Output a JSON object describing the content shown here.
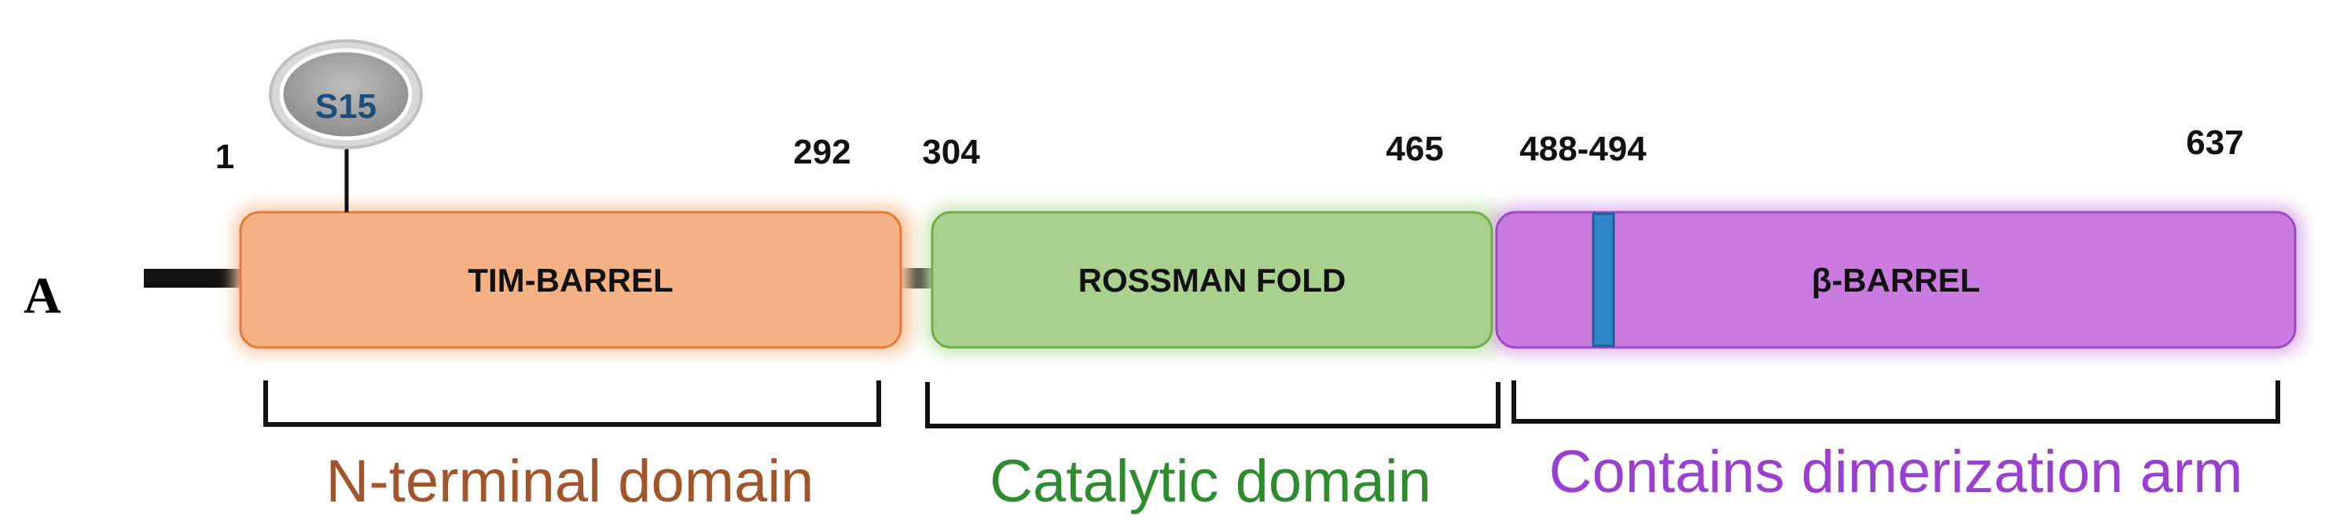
{
  "figure": {
    "panel_label": "A"
  },
  "site": {
    "label": "S15"
  },
  "residue_numbers": {
    "start": "1",
    "tim_end": "292",
    "rossman_start": "304",
    "rossman_end": "465",
    "dimer_arm": "488-494",
    "end": "637"
  },
  "domains": [
    {
      "label": "TIM-BARREL",
      "fill": "#f4b183",
      "stroke": "#e07b39",
      "glow": "#f8c8a4"
    },
    {
      "label": "ROSSMAN FOLD",
      "fill": "#a9d18e",
      "stroke": "#70ad47",
      "glow": "#c8e6b5"
    },
    {
      "label": "β-BARREL",
      "fill": "#c97be0",
      "stroke": "#9b4bc0",
      "glow": "#dcb0ea"
    }
  ],
  "regions": [
    {
      "label": "N-terminal domain",
      "color": "#a0552a"
    },
    {
      "label": "Catalytic domain",
      "color": "#2e8b2e"
    },
    {
      "label": "Contains dimerization arm",
      "color": "#9b3fd1"
    }
  ],
  "colors": {
    "dimer_arm_marker": "#2e86c8",
    "site_fill": "#a6a6a6",
    "site_text": "#1f4e79",
    "backbone": "#111111"
  }
}
